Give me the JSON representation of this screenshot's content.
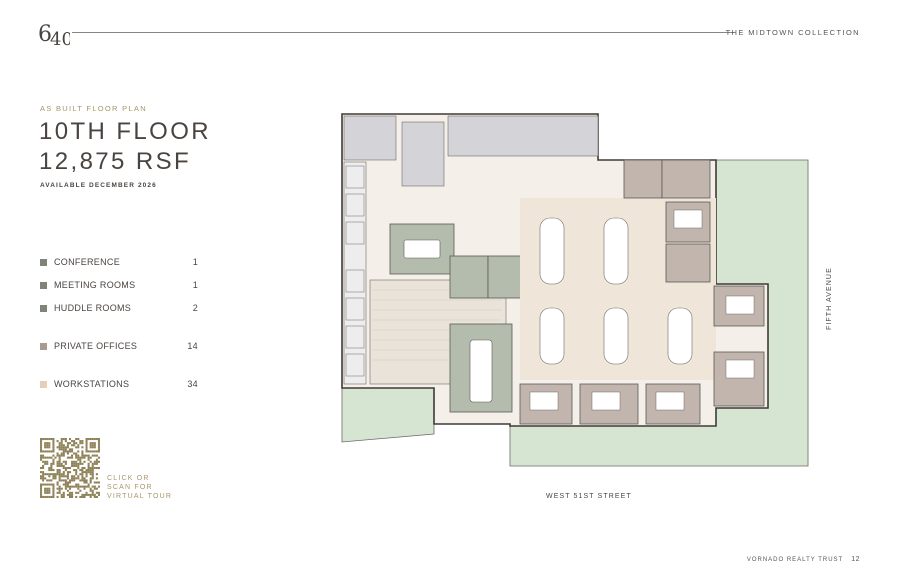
{
  "header": {
    "logo_text": "640",
    "collection": "THE MIDTOWN COLLECTION"
  },
  "plan_info": {
    "eyebrow": "AS BUILT FLOOR PLAN",
    "title": "10TH FLOOR",
    "rsf": "12,875 RSF",
    "available": "AVAILABLE DECEMBER 2026"
  },
  "legend": [
    {
      "label": "CONFERENCE",
      "count": "1",
      "color": "#7f8479"
    },
    {
      "label": "MEETING ROOMS",
      "count": "1",
      "color": "#7f8479"
    },
    {
      "label": "HUDDLE ROOMS",
      "count": "2",
      "color": "#7f8479"
    },
    {
      "label": "PRIVATE OFFICES",
      "count": "14",
      "color": "#a99a90"
    },
    {
      "label": "WORKSTATIONS",
      "count": "34",
      "color": "#e8cdb7"
    }
  ],
  "tour": {
    "line1": "CLICK OR",
    "line2": "SCAN FOR",
    "line3": "VIRTUAL TOUR"
  },
  "streets": {
    "south": "WEST 51ST STREET",
    "east": "FIFTH AVENUE"
  },
  "footer": {
    "company": "VORNADO REALTY TRUST",
    "page": "12"
  },
  "colors": {
    "terrace": "#d6e5d1",
    "open_office": "#efe5d8",
    "private_office": "#c1b5ad",
    "conference": "#b4bcad",
    "core": "#d4d3d8",
    "pantry_floor": "#e9e3d9",
    "accent_gold": "#a79668"
  }
}
